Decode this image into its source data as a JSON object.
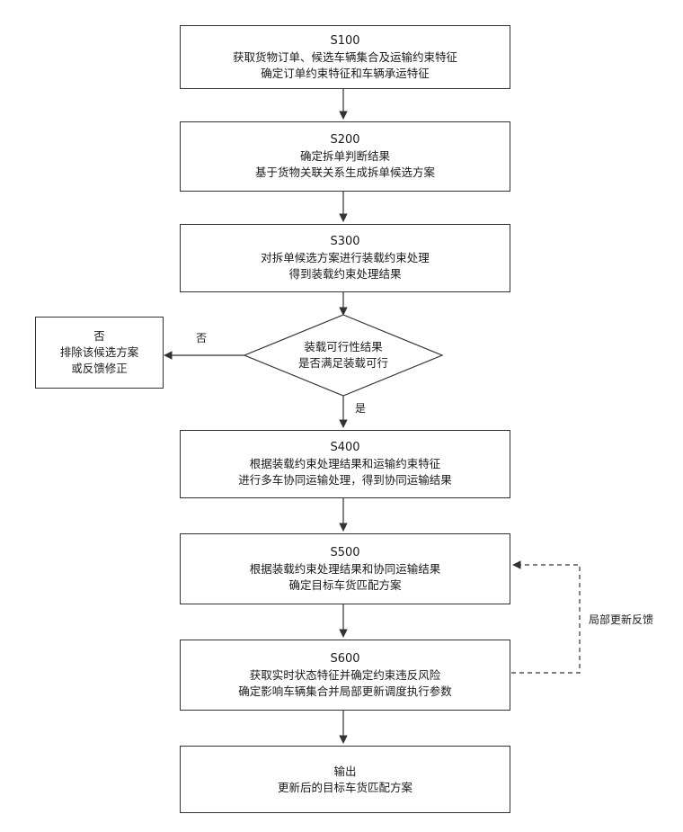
{
  "steps": {
    "s100": {
      "id": "S100",
      "line1": "获取货物订单、候选车辆集合及运输约束特征",
      "line2": "确定订单约束特征和车辆承运特征"
    },
    "s200": {
      "id": "S200",
      "line1": "确定拆单判断结果",
      "line2": "基于货物关联关系生成拆单候选方案"
    },
    "s300": {
      "id": "S300",
      "line1": "对拆单候选方案进行装载约束处理",
      "line2": "得到装载约束处理结果"
    },
    "decision": {
      "line1": "装载可行性结果",
      "line2": "是否满足装载可行"
    },
    "reject": {
      "line1": "否",
      "line2": "排除该候选方案",
      "line3": "或反馈修正"
    },
    "s400": {
      "id": "S400",
      "line1": "根据装载约束处理结果和运输约束特征",
      "line2": "进行多车协同运输处理，得到协同运输结果"
    },
    "s500": {
      "id": "S500",
      "line1": "根据装载约束处理结果和协同运输结果",
      "line2": "确定目标车货匹配方案"
    },
    "s600": {
      "id": "S600",
      "line1": "获取实时状态特征并确定约束违反风险",
      "line2": "确定影响车辆集合并局部更新调度执行参数"
    },
    "output": {
      "line1": "输出",
      "line2": "更新后的目标车货匹配方案"
    }
  },
  "labels": {
    "no": "否",
    "yes": "是",
    "feedback": "局部更新反馈"
  }
}
